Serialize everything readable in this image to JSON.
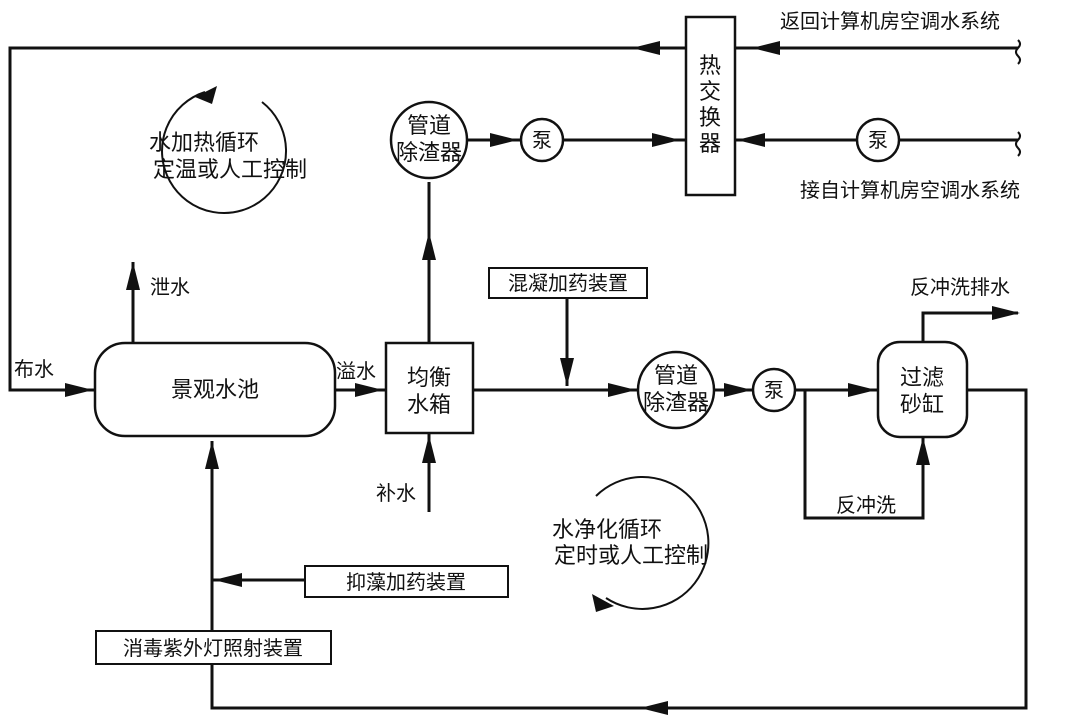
{
  "labels": {
    "return_to_ac": "返回计算机房空调水系统",
    "from_ac": "接自计算机房空调水系统",
    "heat_exchanger": [
      "热",
      "交",
      "换",
      "器"
    ],
    "pump": "泵",
    "pipe_filter": [
      "管道",
      "除渣器"
    ],
    "heating_cycle": [
      "水加热循环",
      "定温或人工控制"
    ],
    "purify_cycle": [
      "水净化循环",
      "定时或人工控制"
    ],
    "drain": "泄水",
    "water_distribution": "布水",
    "landscape_pool": "景观水池",
    "overflow": "溢水",
    "balance_tank": [
      "均衡",
      "水箱"
    ],
    "makeup_water": "补水",
    "coagulant_dosing": "混凝加药装置",
    "backwash_drain": "反冲洗排水",
    "sand_filter": [
      "过滤",
      "砂缸"
    ],
    "backwash": "反冲洗",
    "algae_dosing": "抑藻加药装置",
    "uv_disinfection": "消毒紫外灯照射装置"
  }
}
